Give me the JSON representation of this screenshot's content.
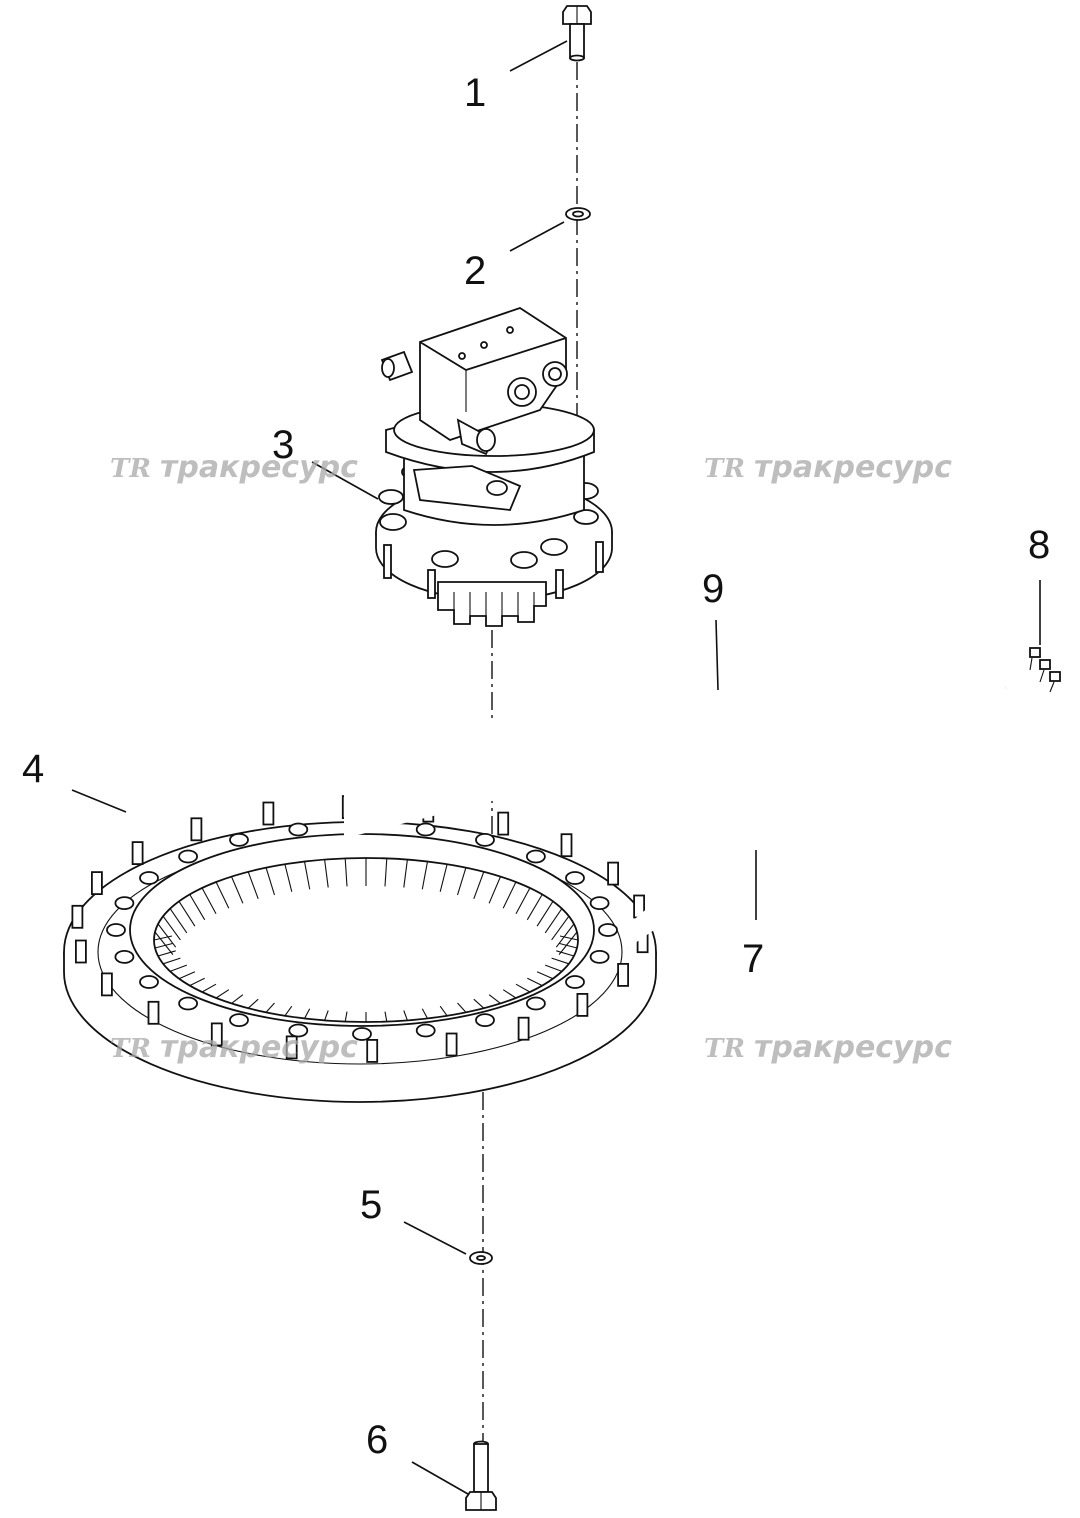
{
  "diagram": {
    "callouts": [
      {
        "id": "1",
        "label": "1"
      },
      {
        "id": "2",
        "label": "2"
      },
      {
        "id": "3",
        "label": "3"
      },
      {
        "id": "4",
        "label": "4"
      },
      {
        "id": "5",
        "label": "5"
      },
      {
        "id": "6",
        "label": "6"
      },
      {
        "id": "7",
        "label": "7"
      },
      {
        "id": "8",
        "label": "8"
      },
      {
        "id": "9",
        "label": "9"
      }
    ],
    "watermark": {
      "logo": "TR",
      "text": "тракресурс"
    },
    "colors": {
      "line": "#111111",
      "watermark": "#a9a9a9",
      "background": "#ffffff"
    }
  }
}
